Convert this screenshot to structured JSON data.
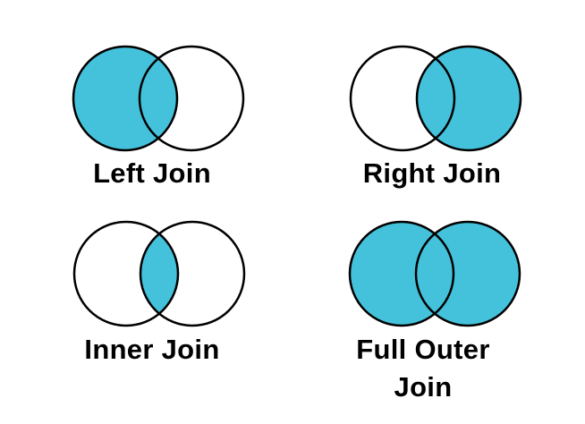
{
  "colors": {
    "shade_fill": "#45C2DB",
    "circle_stroke": "#000000",
    "background": "#FFFFFF",
    "label_text": "#000000"
  },
  "diagrams": [
    {
      "id": "left-join",
      "label": "Left Join",
      "shaded_region": "left-circle"
    },
    {
      "id": "right-join",
      "label": "Right Join",
      "shaded_region": "right-circle"
    },
    {
      "id": "inner-join",
      "label": "Inner Join",
      "shaded_region": "intersection"
    },
    {
      "id": "full-outer-join",
      "label": "Full Outer Join",
      "shaded_region": "both-circles"
    }
  ]
}
